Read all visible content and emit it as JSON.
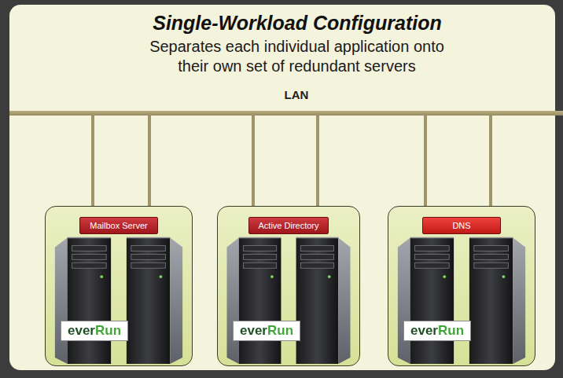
{
  "diagram": {
    "title": "Single-Workload Configuration",
    "nodes": [
      {
        "text": [
          "LAN"
        ]
      },
      {
        "text": [
          "everRun"
        ]
      },
      {
        "text": [
          "Mailbox Server"
        ],
        "in": 1
      },
      {
        "text": [
          "everRun"
        ]
      },
      {
        "text": [
          "Active Directory"
        ],
        "in": 3
      },
      {
        "text": [
          "everRun"
        ]
      },
      {
        "text": [
          "DNS"
        ],
        "in": 5
      }
    ],
    "edges": [
      {
        "from": 0,
        "to": 1,
        "arrow": "none"
      },
      {
        "from": 0,
        "to": 1,
        "arrow": "none"
      },
      {
        "from": 0,
        "to": 3,
        "arrow": "none"
      },
      {
        "from": 0,
        "to": 3,
        "arrow": "none"
      },
      {
        "from": 0,
        "to": 5,
        "arrow": "none"
      },
      {
        "from": 0,
        "to": 5,
        "arrow": "none"
      }
    ],
    "labels": [
      "Separates each individual application onto their own set of redundant servers"
    ]
  }
}
